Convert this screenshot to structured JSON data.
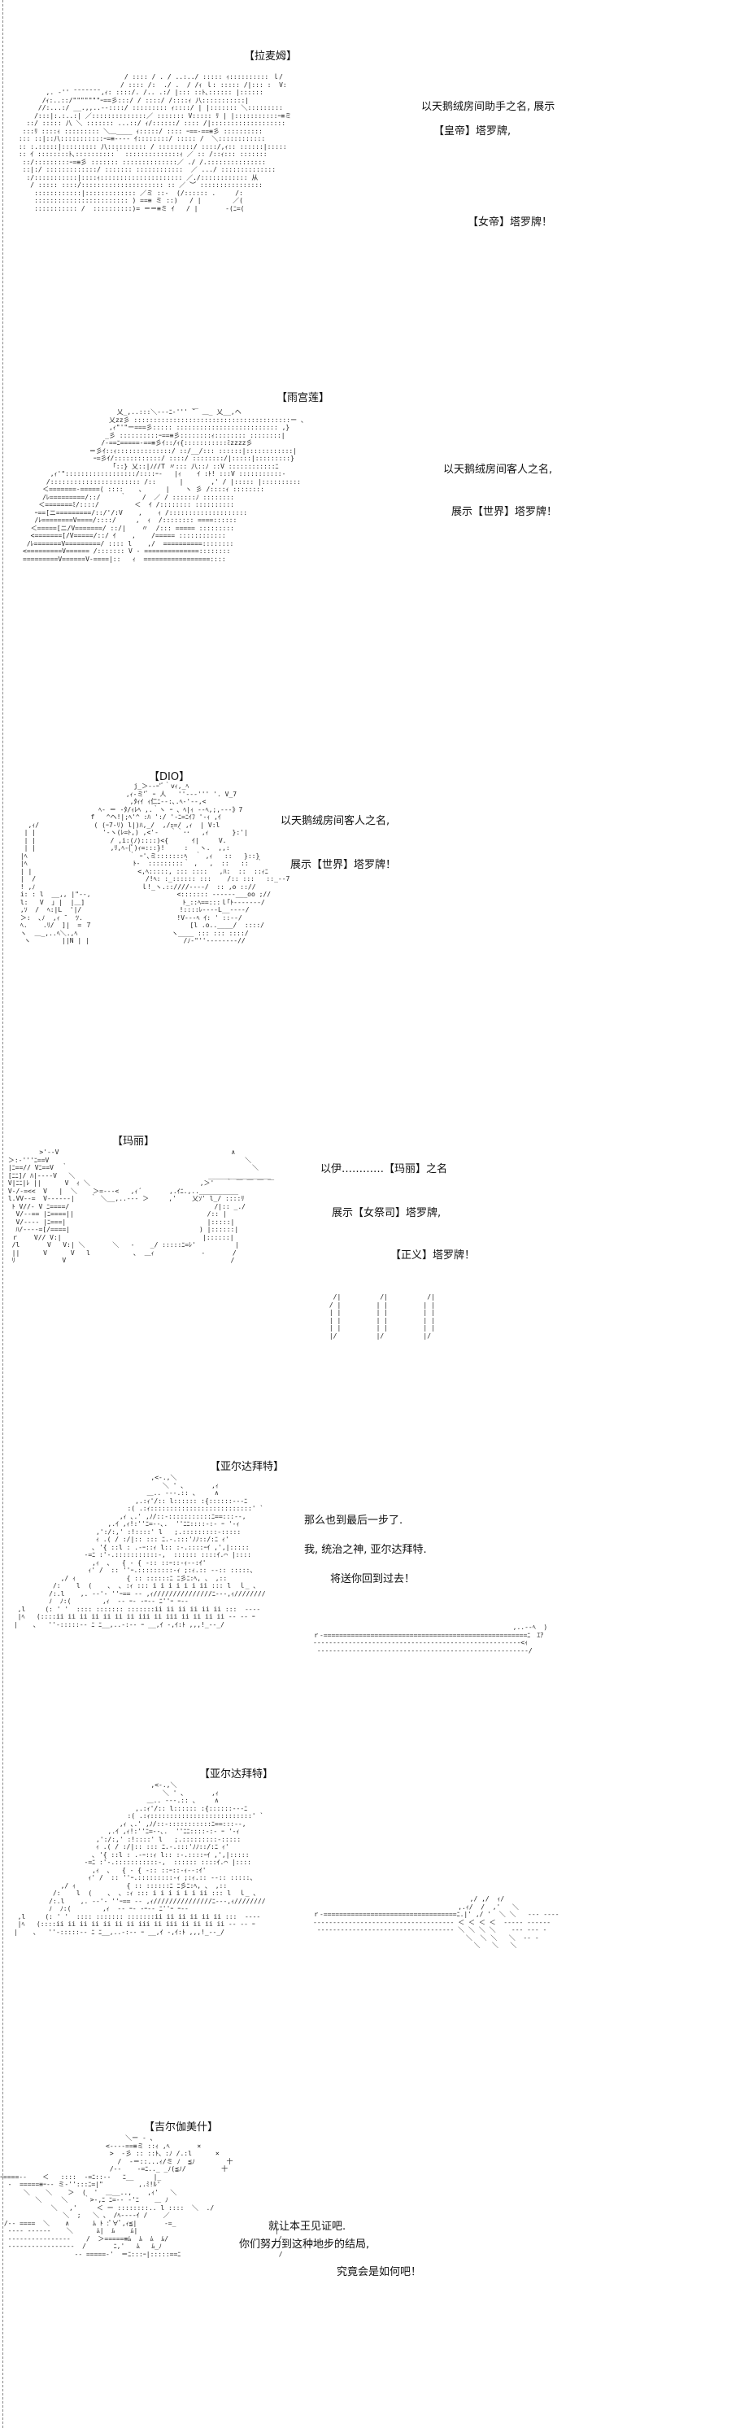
{
  "panels": [
    {
      "speaker": "【拉麦姆】",
      "lines": [
        "以天鹅绒房间助手之名, 展示",
        "【皇帝】塔罗牌,",
        "【女帝】塔罗牌！"
      ]
    },
    {
      "speaker": "【雨宫莲】",
      "lines": [
        "以天鹅绒房间客人之名,",
        "展示【世界】塔罗牌！"
      ]
    },
    {
      "speaker": "【DIO】",
      "lines": [
        "以天鹅绒房间客人之名,",
        "展示【世界】塔罗牌！"
      ]
    },
    {
      "speaker": "【玛丽】",
      "lines": [
        "以伊…………【玛丽】之名",
        "展示【女祭司】塔罗牌,",
        "【正义】塔罗牌！"
      ]
    },
    {
      "speaker": "【亚尔达拜特】",
      "lines": [
        "那么也到最后一步了.",
        "我, 统治之神, 亚尔达拜特.",
        "将送你回到过去！"
      ]
    },
    {
      "speaker": "【亚尔达拜特】",
      "lines": []
    },
    {
      "speaker": "【吉尔伽美什】",
      "lines": [
        "就让本王见证吧.",
        "你们努力到这种地步的结局,",
        "究竟会是如何吧！"
      ]
    }
  ]
}
